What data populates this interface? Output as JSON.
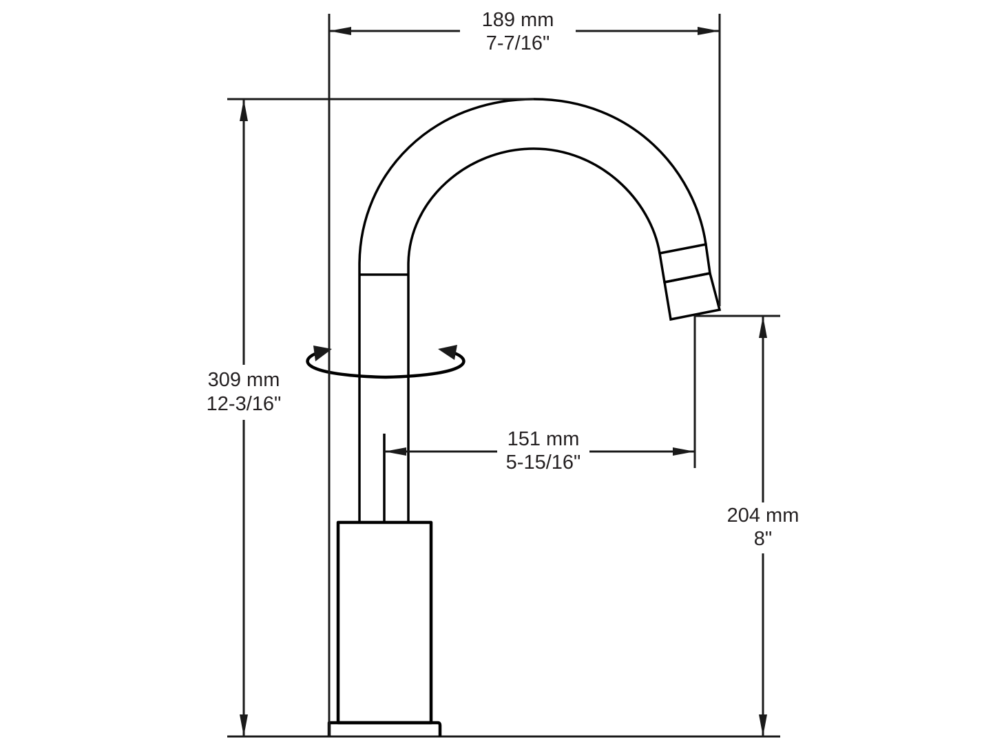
{
  "diagram": {
    "title": "Faucet dimension drawing (side elevation)",
    "dimensions": {
      "overall_reach": {
        "mm": "189 mm",
        "inch": "7-7/16\""
      },
      "overall_height": {
        "mm": "309 mm",
        "inch": "12-3/16\""
      },
      "spout_reach": {
        "mm": "151 mm",
        "inch": "5-15/16\""
      },
      "spout_height": {
        "mm": "204 mm",
        "inch": "8\""
      }
    },
    "annotations": {
      "rotation": "swivel-rotation-icon"
    },
    "colors": {
      "line": "#000000",
      "text": "#231f20",
      "background": "#ffffff"
    }
  }
}
